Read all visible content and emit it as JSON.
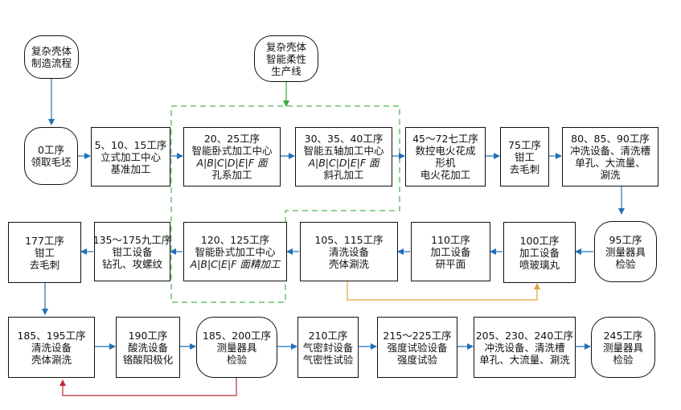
{
  "nodes": {
    "start": {
      "lines": [
        "复杂壳体",
        "制造流程"
      ]
    },
    "line": {
      "lines": [
        "复杂壳体",
        "智能柔性",
        "生产线"
      ]
    },
    "op0": {
      "lines": [
        "0工序",
        "领取毛坯"
      ]
    },
    "op5": {
      "lines": [
        "5、10、15工序",
        "立式加工中心",
        "基准加工"
      ]
    },
    "op20": {
      "lines": [
        "20、25工序",
        "智能卧式加工中心",
        "A|B|C|D|E|F 面",
        "孔系加工"
      ],
      "italic_line": 2
    },
    "op30": {
      "lines": [
        "30、35、40工序",
        "智能五轴加工中心",
        "A|B|C|D|E|F 面",
        "斜孔加工"
      ],
      "italic_line": 2
    },
    "op45": {
      "lines": [
        "45～72七工序",
        "数控电火花成",
        "形机",
        "电火花加工"
      ]
    },
    "op75": {
      "lines": [
        "75工序",
        "钳工",
        "去毛刺"
      ]
    },
    "op80": {
      "lines": [
        "80、85、90工序",
        "冲洗设备、清洗槽",
        "单孔、大流量、",
        "涮洗"
      ]
    },
    "op95": {
      "lines": [
        "95工序",
        "测量器具",
        "检验"
      ]
    },
    "op100": {
      "lines": [
        "100工序",
        "加工设备",
        "喷玻璃丸"
      ]
    },
    "op110": {
      "lines": [
        "110工序",
        "加工设备",
        "研平面"
      ]
    },
    "op105": {
      "lines": [
        "105、115工序",
        "清洗设备",
        "壳体涮洗"
      ]
    },
    "op120": {
      "lines": [
        "120、125工序",
        "智能卧式加工中心",
        "A|B|C|E|F 面精加工"
      ],
      "italic_line": 2
    },
    "op135": {
      "lines": [
        "135～175九工序",
        "钳工设备",
        "钻孔、攻螺纹"
      ]
    },
    "op177": {
      "lines": [
        "177工序",
        "钳工",
        "去毛刺"
      ]
    },
    "op185": {
      "lines": [
        "185、195工序",
        "清洗设备",
        "壳体涮洗"
      ]
    },
    "op190": {
      "lines": [
        "190工序",
        "酸洗设备",
        "铬酸阳极化"
      ]
    },
    "op185b": {
      "lines": [
        "185、200工序",
        "测量器具",
        "检验"
      ]
    },
    "op210": {
      "lines": [
        "210工序",
        "气密封设备",
        "气密性试验"
      ]
    },
    "op215": {
      "lines": [
        "215～225工序",
        "强度试验设备",
        "强度试验"
      ]
    },
    "op205": {
      "lines": [
        "205、230、240工序",
        "冲洗设备、清洗槽",
        "单孔、大流量、涮洗"
      ]
    },
    "op245": {
      "lines": [
        "245工序",
        "测量器具",
        "检验"
      ]
    }
  },
  "colors": {
    "flow": "#1f6fb8",
    "line_arrow": "#35a83a",
    "dashed_region": "#6dc46a",
    "return_orange": "#e0a13a",
    "return_red": "#c0283a",
    "box_border": "#111111"
  }
}
